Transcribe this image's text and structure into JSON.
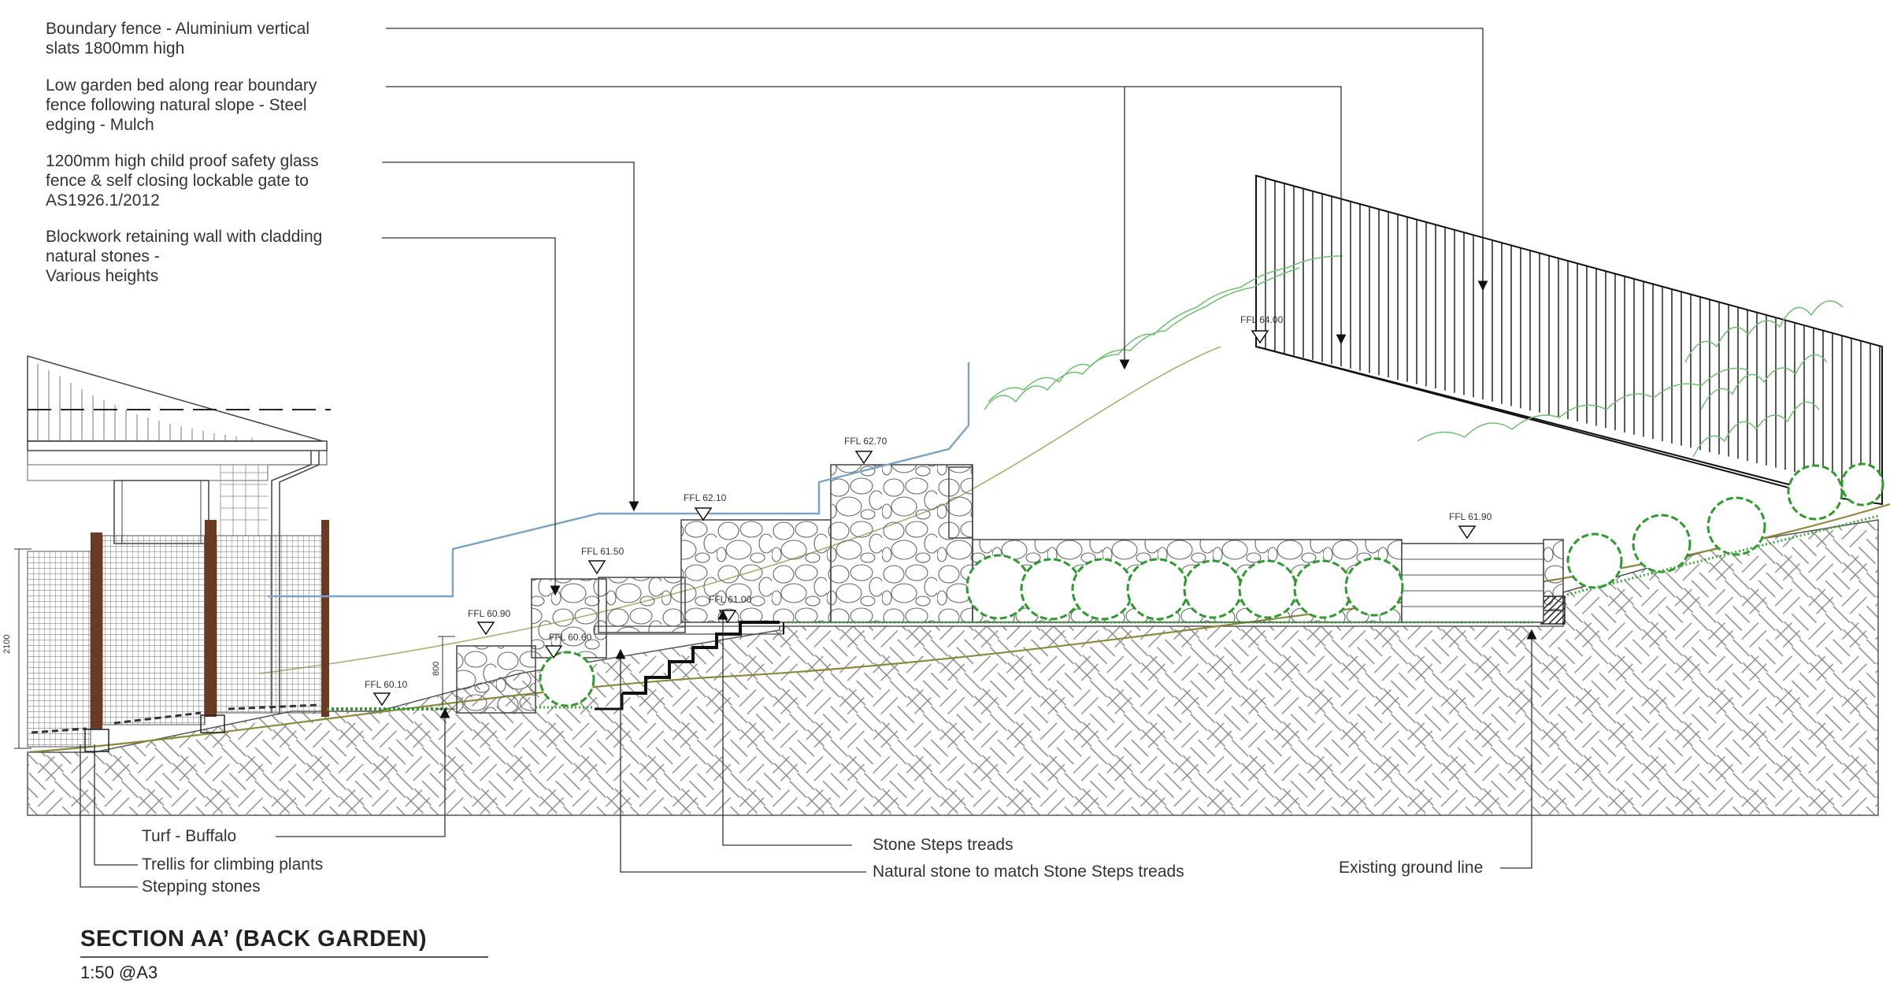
{
  "callouts": [
    {
      "lines": [
        "Boundary fence - Aluminium vertical",
        "slats 1800mm high"
      ]
    },
    {
      "lines": [
        "Low garden bed along rear boundary",
        "fence following natural slope - Steel",
        "edging - Mulch"
      ]
    },
    {
      "lines": [
        "1200mm high child proof safety glass",
        "fence & self closing lockable gate to",
        "AS1926.1/2012"
      ]
    },
    {
      "lines": [
        "Blockwork retaining wall with cladding",
        "natural stones -",
        "Various heights"
      ]
    }
  ],
  "bottom_labels": {
    "turf": "Turf - Buffalo",
    "trellis": "Trellis for climbing plants",
    "stepping": "Stepping stones",
    "stone_steps": "Stone Steps treads",
    "natural_stone": "Natural stone to match Stone Steps treads",
    "existing_ground": "Existing ground line"
  },
  "levels": {
    "ffl_6010": "FFL 60.10",
    "ffl_6090": "FFL 60.90",
    "ffl_6060": "FFL 60.60",
    "ffl_6150": "FFL 61.50",
    "ffl_6100": "FFL 61.00",
    "ffl_6210": "FFL 62.10",
    "ffl_6270": "FFL 62.70",
    "ffl_6400": "FFL 64.00",
    "ffl_6190": "FFL 61.90"
  },
  "dimensions": {
    "house_height": "2100",
    "wall_height": "800"
  },
  "title": {
    "name": "SECTION AA’ (BACK GARDEN)",
    "scale": "1:50 @A3"
  },
  "colors": {
    "glass_fence": "#7aa4c4",
    "ground_line": "#8a8a3a",
    "shrub": "#2c9b2c",
    "post": "#6b3a22",
    "hatch": "#777777"
  }
}
